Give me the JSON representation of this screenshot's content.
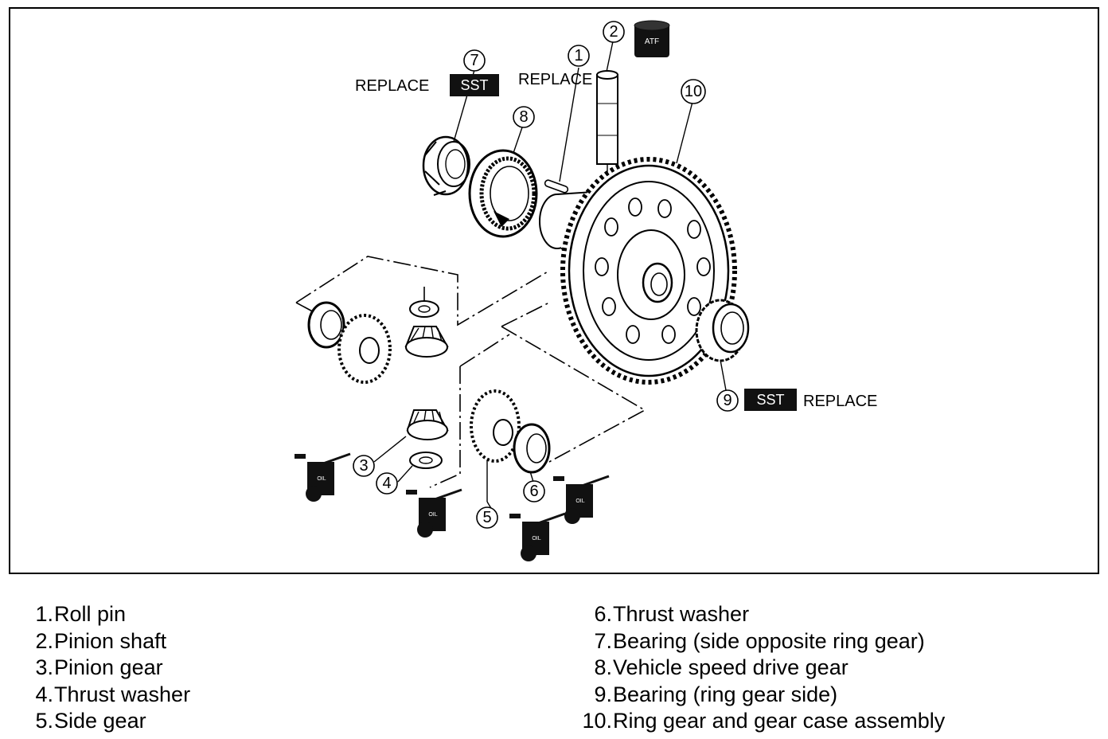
{
  "diagram": {
    "callouts": [
      "1",
      "2",
      "3",
      "4",
      "5",
      "6",
      "7",
      "8",
      "9",
      "10"
    ],
    "tags": {
      "replace": "REPLACE",
      "sst": "SST",
      "atf": "ATF",
      "oil": "OIL"
    }
  },
  "legend": {
    "left": [
      {
        "num": "1.",
        "text": "Roll pin"
      },
      {
        "num": "2.",
        "text": "Pinion shaft"
      },
      {
        "num": "3.",
        "text": "Pinion gear"
      },
      {
        "num": "4.",
        "text": "Thrust washer"
      },
      {
        "num": "5.",
        "text": "Side gear"
      }
    ],
    "right": [
      {
        "num": "6.",
        "text": "Thrust washer"
      },
      {
        "num": "7.",
        "text": "Bearing (side opposite ring gear)"
      },
      {
        "num": "8.",
        "text": "Vehicle speed drive gear"
      },
      {
        "num": "9.",
        "text": "Bearing (ring gear side)"
      },
      {
        "num": "10.",
        "text": "Ring gear and gear case assembly"
      }
    ]
  }
}
